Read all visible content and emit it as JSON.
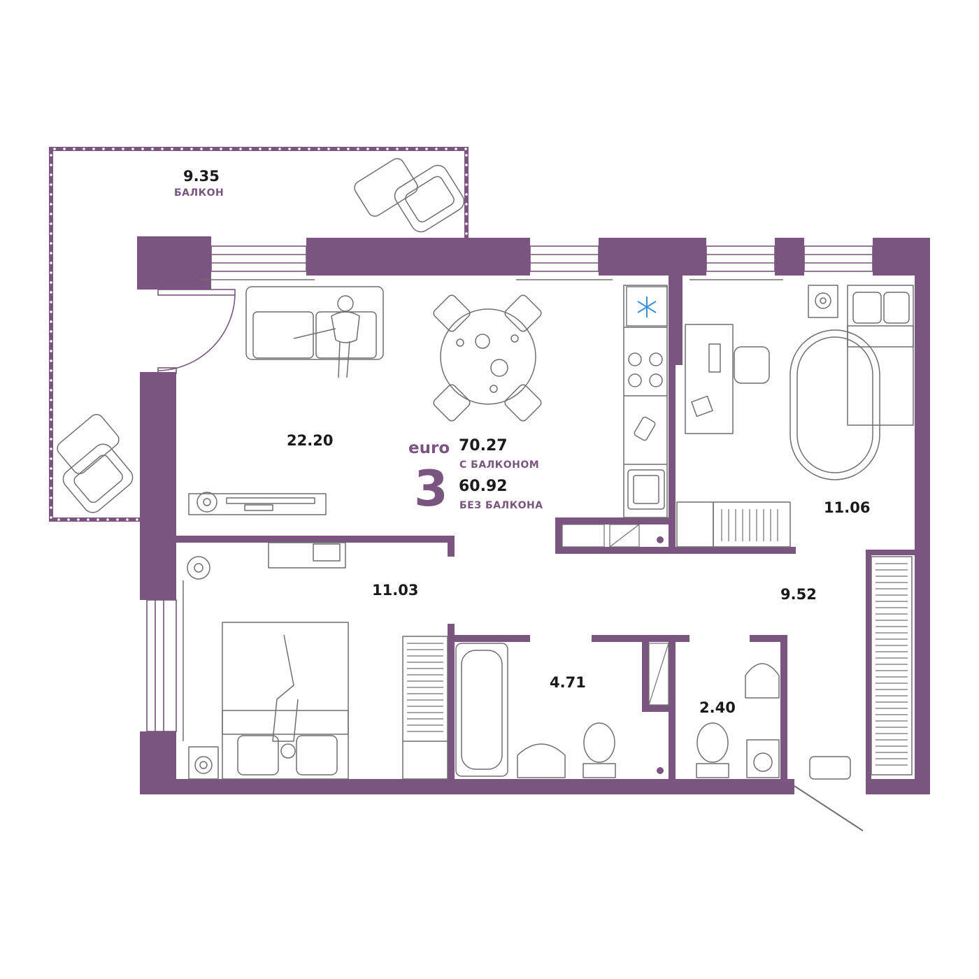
{
  "colors": {
    "wall": "#7a557f",
    "furniture": "#6f6f6f",
    "text": "#1a1a1a",
    "accent": "#7a557f",
    "snowflake": "#3d8fd6"
  },
  "rooms": {
    "balcony": {
      "area": "9.35",
      "label": "БАЛКОН"
    },
    "living": {
      "area": "22.20"
    },
    "bedroom_left": {
      "area": "11.03"
    },
    "bedroom_right": {
      "area": "11.06"
    },
    "hall": {
      "area": "9.52"
    },
    "bathroom": {
      "area": "4.71"
    },
    "wc": {
      "area": "2.40"
    }
  },
  "summary": {
    "type_prefix": "euro",
    "rooms_count": "3",
    "area_with_balcony": "70.27",
    "with_balcony_label": "С БАЛКОНОМ",
    "area_without_balcony": "60.92",
    "without_balcony_label": "БЕЗ БАЛКОНА"
  },
  "icons": [
    "snowflake-icon",
    "armchair-icon",
    "sofa-icon",
    "dining-table-icon",
    "stove-icon",
    "sink-icon",
    "bed-icon",
    "bathtub-icon",
    "toilet-icon",
    "washing-machine-icon",
    "plant-icon",
    "radiator-icon",
    "desk-icon",
    "tv-icon"
  ]
}
